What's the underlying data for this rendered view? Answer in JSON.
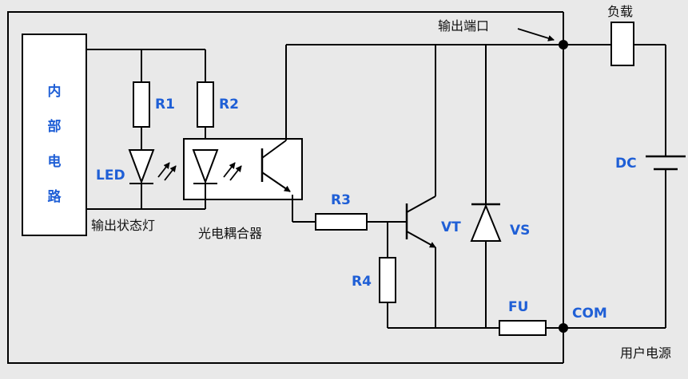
{
  "diagram": {
    "inner_circuit": [
      "内",
      "部",
      "电",
      "路"
    ],
    "labels": {
      "r1": "R1",
      "r2": "R2",
      "r3": "R3",
      "r4": "R4",
      "led": "LED",
      "vt": "VT",
      "vs": "VS",
      "fu": "FU",
      "dc": "DC",
      "com": "COM",
      "output_status_led": "输出状态灯",
      "optocoupler": "光电耦合器",
      "output_port": "输出端口",
      "load": "负载",
      "user_power": "用户电源"
    },
    "colors": {
      "accent": "#1f5fd6",
      "line": "#000000",
      "background": "#e9e9e9"
    }
  }
}
